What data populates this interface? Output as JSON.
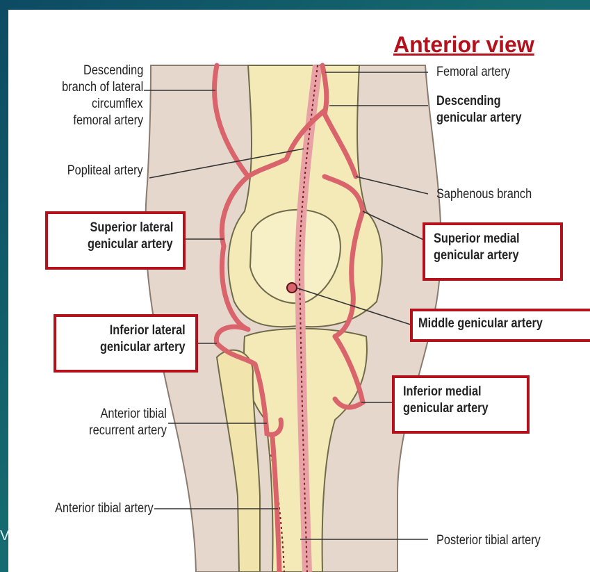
{
  "title": "Anterior view",
  "labels": {
    "desc_lat_circ_1": "Descending",
    "desc_lat_circ_2": "branch of lateral",
    "desc_lat_circ_3": "circumflex",
    "desc_lat_circ_4": "femoral artery",
    "femoral": "Femoral artery",
    "desc_gen_1": "Descending",
    "desc_gen_2": "genicular artery",
    "popliteal": "Popliteal artery",
    "saphenous": "Saphenous branch",
    "sup_lat_1": "Superior lateral",
    "sup_lat_2": "genicular artery",
    "sup_med_1": "Superior medial",
    "sup_med_2": "genicular artery",
    "middle": "Middle genicular artery",
    "inf_lat_1": "Inferior lateral",
    "inf_lat_2": "genicular artery",
    "inf_med_1": "Inferior medial",
    "inf_med_2": "genicular artery",
    "ant_tib_rec_1": "Anterior tibial",
    "ant_tib_rec_2": "recurrent artery",
    "ant_tib": "Anterior tibial artery",
    "post_tib": "Posterior tibial artery"
  },
  "corner_glyph": "V",
  "colors": {
    "highlight_box": "#b3121c",
    "artery": "#d9646b",
    "bone": "#f3eab7",
    "skin": "#e6d7cc",
    "background": "#0d4a63"
  }
}
